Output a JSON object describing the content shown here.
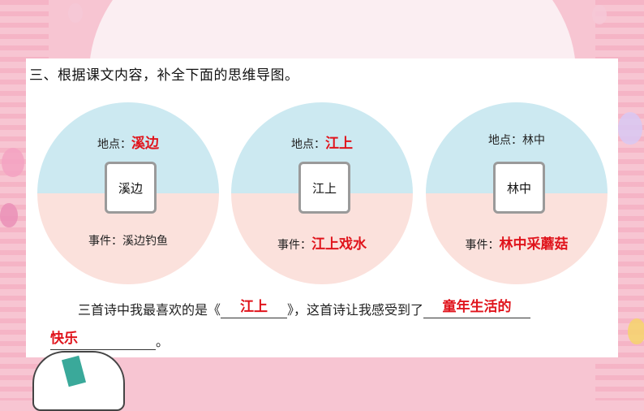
{
  "heading": "三、根据课文内容，补全下面的思维导图。",
  "circles": [
    {
      "place_label": "地点：",
      "place_answer": "溪边",
      "place_given": "",
      "center": "溪边",
      "event_label": "事件：",
      "event_given": "溪边钓鱼",
      "event_answer": ""
    },
    {
      "place_label": "地点：",
      "place_answer": "江上",
      "place_given": "",
      "center": "江上",
      "event_label": "事件：",
      "event_given": "",
      "event_answer": "江上戏水"
    },
    {
      "place_label": "地点：",
      "place_answer": "",
      "place_given": "林中",
      "center": "林中",
      "event_label": "事件：",
      "event_given": "",
      "event_answer": "林中采蘑菇"
    }
  ],
  "sentence": {
    "part1": "三首诗中我最喜欢的是《",
    "answer1": "江上",
    "part2": "》，这首诗让我感受到了",
    "answer2a": "童年生活的",
    "answer2b": "快乐",
    "end": "。"
  },
  "colors": {
    "answer": "#e0141c",
    "circle_top": "#cce9f1",
    "circle_bottom": "#fbe1dc",
    "background": "#f7c5d2"
  }
}
